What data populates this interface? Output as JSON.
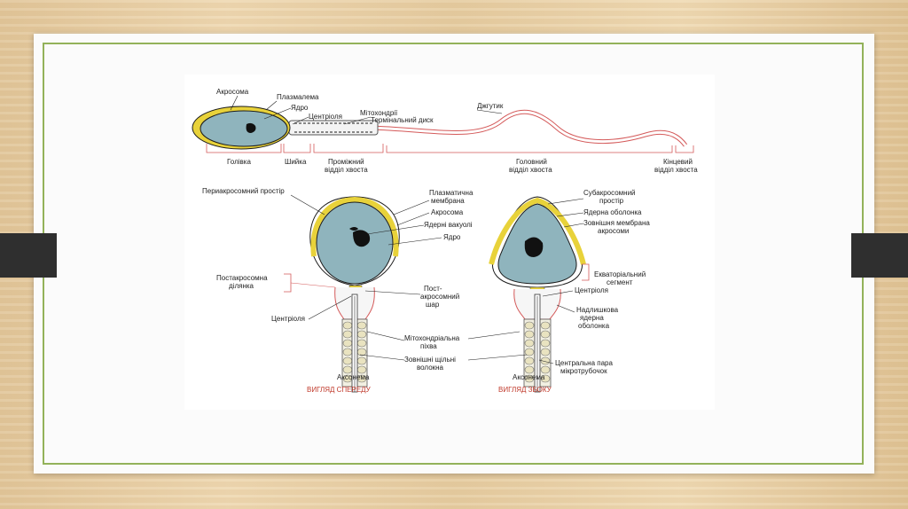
{
  "top": {
    "akrosoma": "Акросома",
    "plazmalema": "Плазмалема",
    "yadro": "Ядро",
    "centriolya": "Центріоля",
    "mitohondrii": "Мітохондрії",
    "terminal_disk": "Термінальний диск",
    "dzhgutyk": "Джгутик",
    "golivka": "Голівка",
    "shyika": "Шийка",
    "promizhnyi_1": "Проміжний",
    "promizhnyi_2": "відділ хвоста",
    "golovnyi_1": "Головний",
    "golovnyi_2": "відділ хвоста",
    "kincevyi_1": "Кінцевий",
    "kincevyi_2": "відділ хвоста"
  },
  "front": {
    "periakrosomnyi": "Периакросомний простір",
    "plazm_1": "Плазматична",
    "plazm_2": "мембрана",
    "akrosoma": "Акросома",
    "vakuoli": "Ядерні вакуолі",
    "yadro": "Ядро",
    "postakros_1": "Постакросомна",
    "postakros_2": "ділянка",
    "post_shar_1": "Пост-",
    "post_shar_2": "акросомний",
    "post_shar_3": "шар",
    "centriolya": "Центріоля",
    "mito_1": "Мітохондріальна",
    "mito_2": "піхва",
    "zovn_1": "Зовнішні щільні",
    "zovn_2": "волокна",
    "aksonema": "Аксонема",
    "caption": "ВИГЛЯД СПЕРЕДУ"
  },
  "side": {
    "subakros_1": "Субакросомний",
    "subakros_2": "простір",
    "yaderna": "Ядерна оболонка",
    "zovn_mem_1": "Зовнішня мембрана",
    "zovn_mem_2": "акросоми",
    "ekvat_1": "Екваторіальний",
    "ekvat_2": "сегмент",
    "centriolya": "Центріоля",
    "nadlish_1": "Надлишкова",
    "nadlish_2": "ядерна",
    "nadlish_3": "оболонка",
    "centr_para_1": "Центральна пара",
    "centr_para_2": "мікротрубочок",
    "aksonema": "Аксонема",
    "caption": "ВИГЛЯД ЗБОКУ"
  },
  "colors": {
    "nucleus": "#8fb4bd",
    "acrosome": "#e8d23a",
    "outline": "#1c1c1c",
    "red_lines": "#d45a5a",
    "slide_border": "#93b25a",
    "tab": "#2f2f2f"
  }
}
